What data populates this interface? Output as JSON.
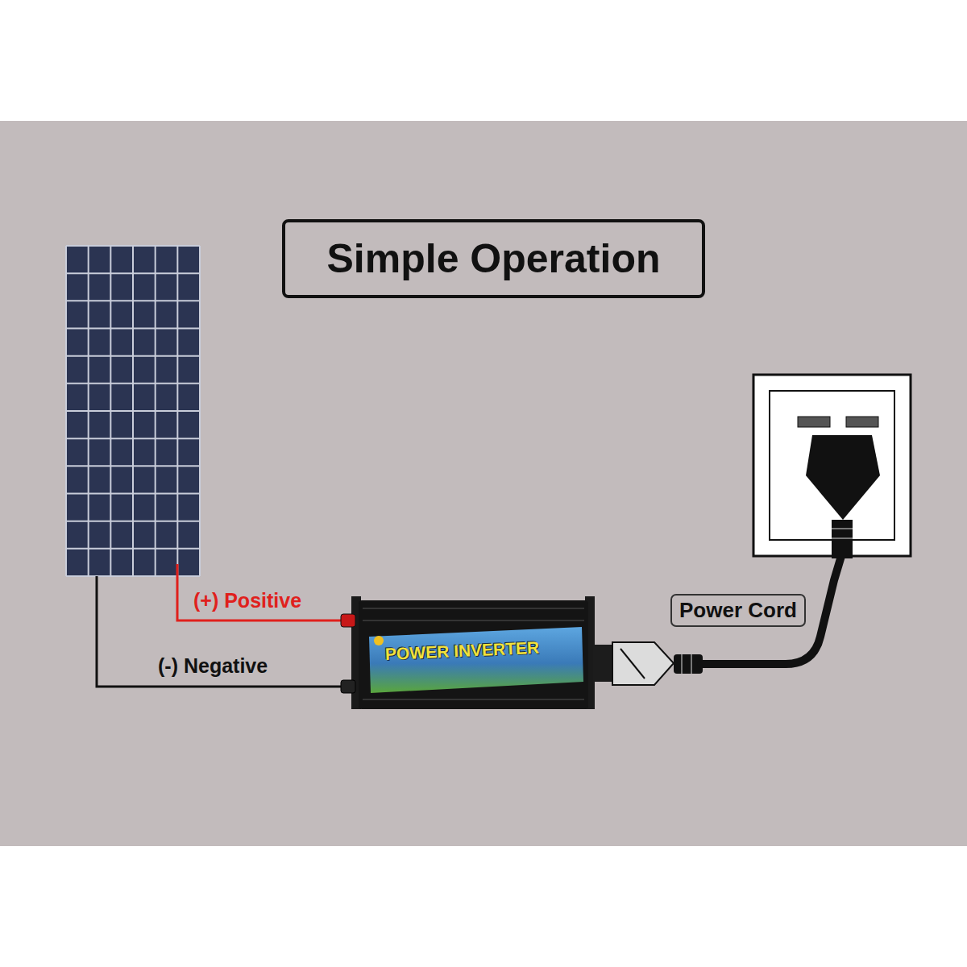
{
  "diagram": {
    "title": "Simple Operation",
    "nodes": [
      {
        "text": [
          "Power Cord"
        ]
      }
    ],
    "labels": [
      "(+) Positive",
      "(-) Negative",
      "POWER INVERTER"
    ]
  }
}
